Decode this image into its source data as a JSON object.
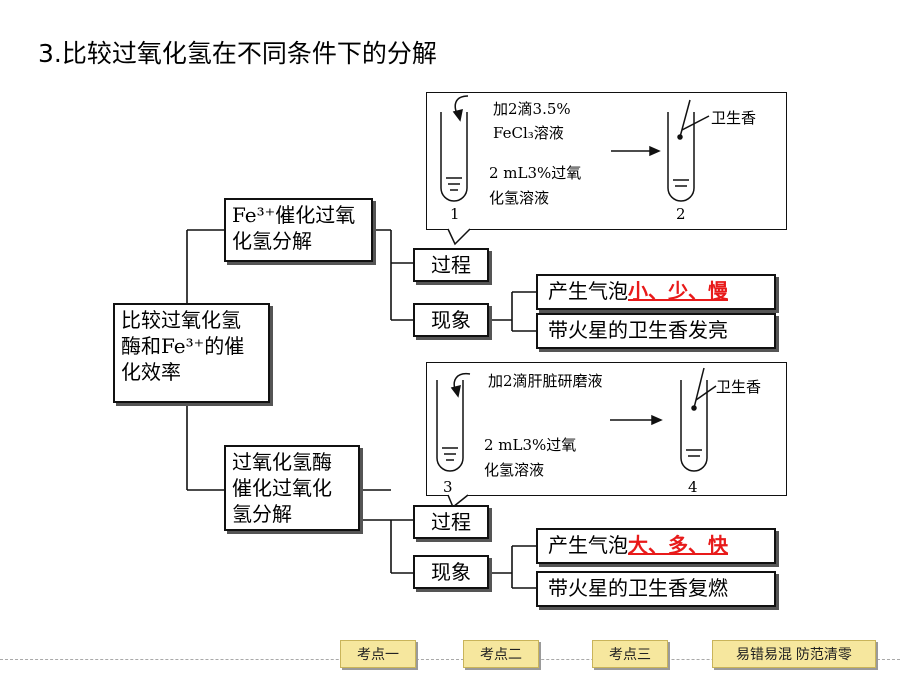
{
  "title": "3.比较过氧化氢在不同条件下的分解",
  "root": {
    "lines": [
      "比较过氧化氢",
      "酶和Fe³⁺的催",
      "化效率"
    ]
  },
  "branch_top": {
    "label_lines": [
      "Fe³⁺催化过氧",
      "化氢分解"
    ],
    "process": "过程",
    "phenomenon": "现象",
    "result1_prefix": "产生气泡",
    "result1_highlight": "小、少、慢",
    "result2": "带火星的卫生香发亮",
    "illustration": {
      "add_line1": "加2滴3.5%",
      "add_line2": "FeCl₃溶液",
      "solution_line1": "2 mL3%过氧",
      "solution_line2": "化氢溶液",
      "incense_label": "卫生香",
      "tube1": "1",
      "tube2": "2"
    }
  },
  "branch_bottom": {
    "label_lines": [
      "过氧化氢酶",
      "催化过氧化",
      "氢分解"
    ],
    "process": "过程",
    "phenomenon": "现象",
    "result1_prefix": "产生气泡",
    "result1_highlight": "大、多、快",
    "result2": "带火星的卫生香复燃",
    "illustration": {
      "add_line1": "加2滴肝脏研磨液",
      "solution_line1": "2 mL3%过氧",
      "solution_line2": "化氢溶液",
      "incense_label": "卫生香",
      "tube1": "3",
      "tube2": "4"
    }
  },
  "nav": [
    "考点一",
    "考点二",
    "考点三",
    "易错易混 防范清零"
  ],
  "colors": {
    "highlight": "#e81a1a",
    "nav_bg": "#f6e79e"
  }
}
